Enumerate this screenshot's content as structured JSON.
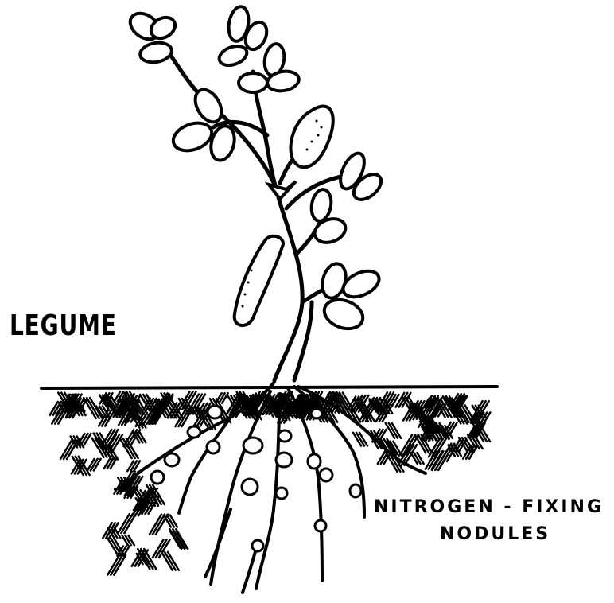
{
  "diagram": {
    "subject_label": "LEGUME",
    "callout_line_1": "NITROGEN - FIXING",
    "callout_line_2": "NODULES"
  },
  "colors": {
    "ink": "#000000",
    "background": "#ffffff"
  }
}
